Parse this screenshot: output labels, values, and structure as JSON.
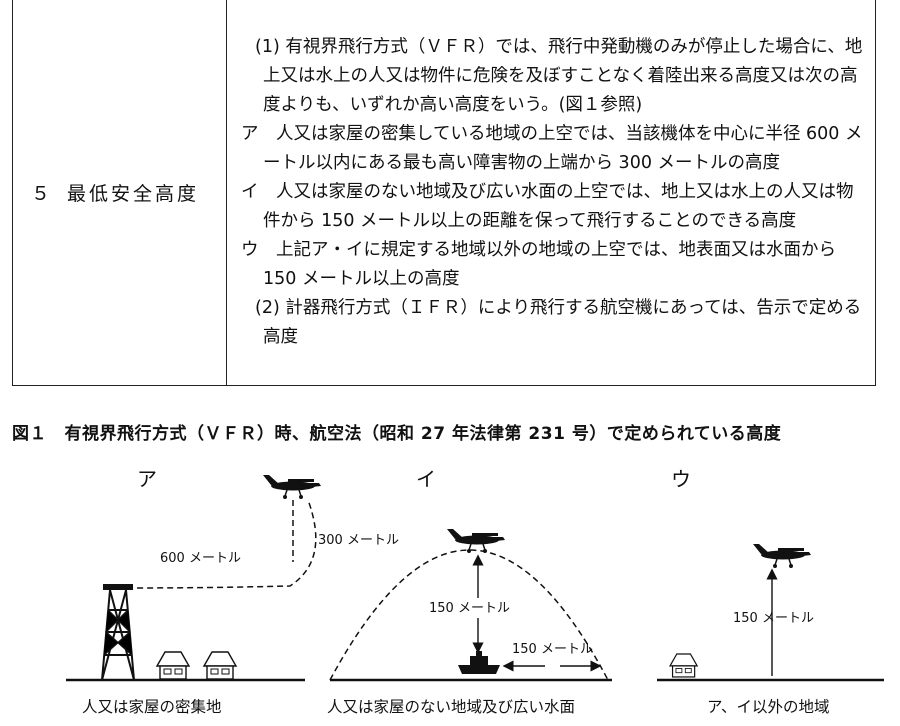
{
  "table": {
    "item_number": "５",
    "item_title": "最低安全高度",
    "paragraphs": [
      {
        "level": 1,
        "text": "(1) 有視界飛行方式（ＶＦＲ）では、飛行中発動機のみが停止した場合に、地上又は水上の人又は物件に危険を及ぼすことなく着陸出来る高度又は次の高度よりも、いずれか高い高度をいう。(図１参照)"
      },
      {
        "level": 2,
        "text": "ア　人又は家屋の密集している地域の上空では、当該機体を中心に半径 600 メートル以内にある最も高い障害物の上端から 300 メートルの高度"
      },
      {
        "level": 2,
        "text": "イ　人又は家屋のない地域及び広い水面の上空では、地上又は水上の人又は物件から 150 メートル以上の距離を保って飛行することのできる高度"
      },
      {
        "level": 2,
        "text": "ウ　上記ア・イに規定する地域以外の地域の上空では、地表面又は水面から 150 メートル以上の高度"
      },
      {
        "level": 1,
        "text": "(2) 計器飛行方式（ＩＦＲ）により飛行する航空機にあっては、告示で定める高度"
      }
    ]
  },
  "figure": {
    "caption": "図１　有視界飛行方式（ＶＦＲ）時、航空法（昭和 27 年法律第 231 号）で定められている高度",
    "panels": [
      {
        "letter": "ア",
        "labels": [
          "600 メートル",
          "300 メートル"
        ],
        "ground_label": "人又は家屋の密集地"
      },
      {
        "letter": "イ",
        "labels": [
          "150 メートル",
          "150 メートル"
        ],
        "ground_label": "人又は家屋のない地域及び広い水面"
      },
      {
        "letter": "ウ",
        "labels": [
          "150 メートル"
        ],
        "ground_label": "ア、イ以外の地域"
      }
    ]
  }
}
